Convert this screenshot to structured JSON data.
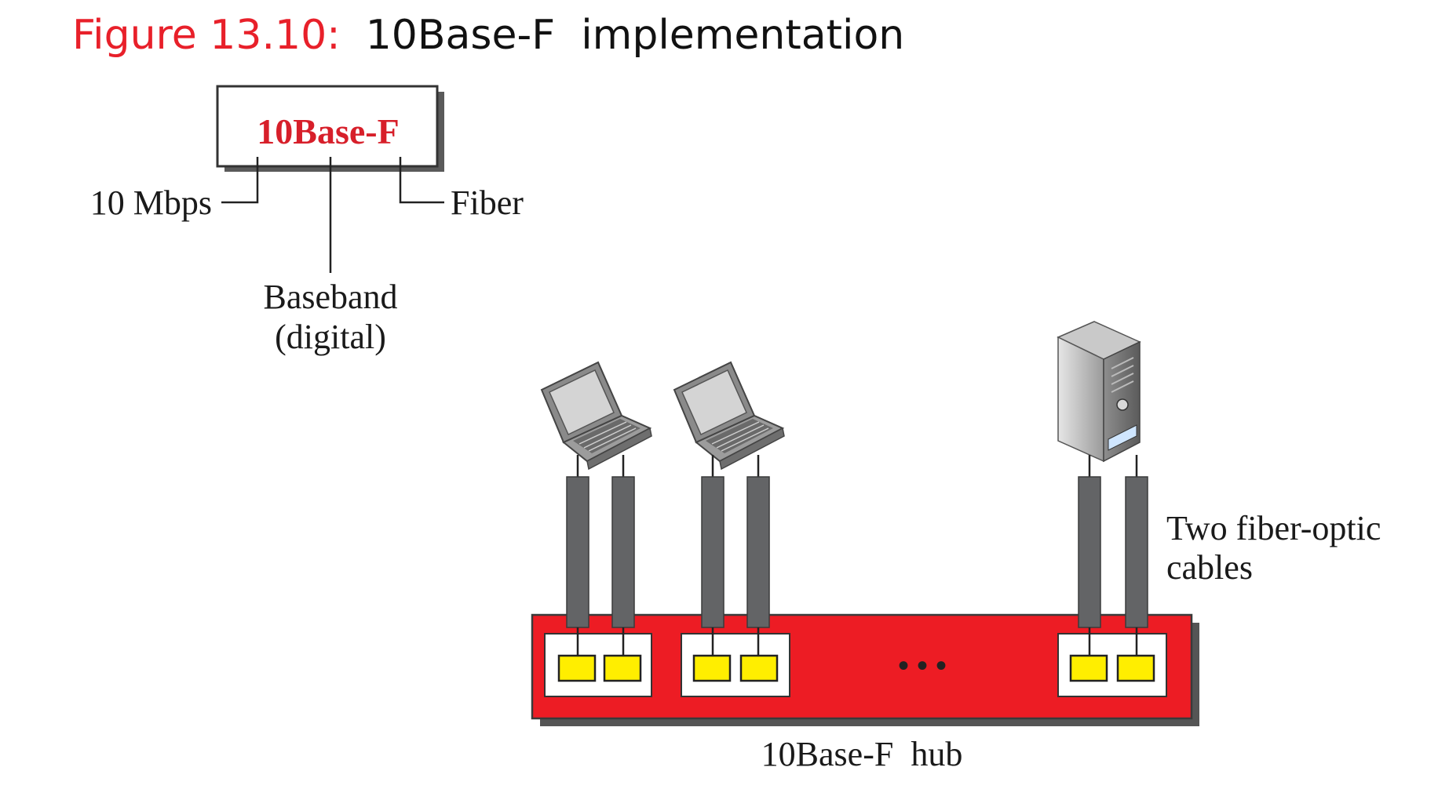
{
  "title": {
    "prefix": "Figure 13.10:",
    "text": "10Base-F  implementation"
  },
  "naming": {
    "box_label": "10Base-F",
    "speed_label": "10 Mbps",
    "medium_label": "Fiber",
    "baseband_line1": "Baseband",
    "baseband_line2": "(digital)"
  },
  "network": {
    "cables_line1": "Two fiber-optic",
    "cables_line2": "cables",
    "hub_label": "10Base-F  hub",
    "ellipsis": "• • •"
  },
  "devices": [
    {
      "icon": "laptop-icon"
    },
    {
      "icon": "laptop-icon"
    },
    {
      "icon": "server-icon"
    }
  ],
  "colors": {
    "title_prefix": "#e8202a",
    "box_label": "#d71f2a",
    "hub": "#ed1c24",
    "port": "#ffee00",
    "cable": "#636466",
    "text": "#1a1a1a"
  }
}
